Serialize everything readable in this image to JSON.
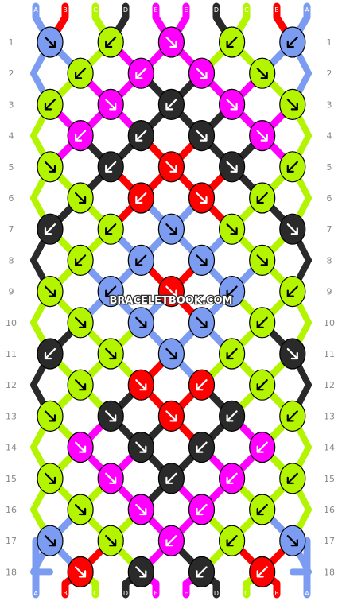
{
  "watermark": "BRACELETBOOK.COM",
  "colors": {
    "A": "#7b9cf0",
    "B": "#ff0000",
    "C": "#b3f500",
    "D": "#2a2a2a",
    "E": "#ff00ff"
  },
  "strands_top": [
    "A",
    "B",
    "C",
    "D",
    "E",
    "E",
    "D",
    "C",
    "B",
    "A"
  ],
  "strands_bottom": [
    "A",
    "B",
    "C",
    "D",
    "E",
    "E",
    "D",
    "C",
    "B",
    "A"
  ],
  "rows": [
    "1",
    "2",
    "3",
    "4",
    "5",
    "6",
    "7",
    "8",
    "9",
    "10",
    "11",
    "12",
    "13",
    "14",
    "15",
    "16",
    "17",
    "18"
  ],
  "knots": [
    [
      [
        "A",
        "se"
      ],
      [
        "C",
        "sw"
      ],
      [
        "E",
        "se"
      ],
      [
        "C",
        "sw"
      ],
      [
        "A",
        "sw"
      ]
    ],
    [
      [
        "C",
        "sw"
      ],
      [
        "E",
        "sw"
      ],
      [
        "E",
        "se"
      ],
      [
        "C",
        "se"
      ]
    ],
    [
      [
        "C",
        "sw"
      ],
      [
        "E",
        "se"
      ],
      [
        "D",
        "sw"
      ],
      [
        "E",
        "se"
      ],
      [
        "C",
        "se"
      ]
    ],
    [
      [
        "E",
        "sw"
      ],
      [
        "D",
        "sw"
      ],
      [
        "D",
        "se"
      ],
      [
        "E",
        "se"
      ]
    ],
    [
      [
        "C",
        "se"
      ],
      [
        "D",
        "sw"
      ],
      [
        "B",
        "se"
      ],
      [
        "D",
        "se"
      ],
      [
        "C",
        "sw"
      ]
    ],
    [
      [
        "C",
        "se"
      ],
      [
        "B",
        "sw"
      ],
      [
        "B",
        "se"
      ],
      [
        "C",
        "sw"
      ]
    ],
    [
      [
        "D",
        "sw"
      ],
      [
        "C",
        "sw"
      ],
      [
        "A",
        "se"
      ],
      [
        "C",
        "se"
      ],
      [
        "D",
        "se"
      ]
    ],
    [
      [
        "C",
        "sw"
      ],
      [
        "A",
        "sw"
      ],
      [
        "A",
        "se"
      ],
      [
        "C",
        "se"
      ]
    ],
    [
      [
        "C",
        "se"
      ],
      [
        "A",
        "sw"
      ],
      [
        "B",
        "se"
      ],
      [
        "A",
        "sw"
      ],
      [
        "C",
        "sw"
      ]
    ],
    [
      [
        "C",
        "se"
      ],
      [
        "A",
        "se"
      ],
      [
        "A",
        "se"
      ],
      [
        "C",
        "sw"
      ]
    ],
    [
      [
        "D",
        "sw"
      ],
      [
        "C",
        "se"
      ],
      [
        "A",
        "se"
      ],
      [
        "C",
        "sw"
      ],
      [
        "D",
        "se"
      ]
    ],
    [
      [
        "C",
        "se"
      ],
      [
        "B",
        "se"
      ],
      [
        "B",
        "sw"
      ],
      [
        "C",
        "sw"
      ]
    ],
    [
      [
        "C",
        "se"
      ],
      [
        "D",
        "se"
      ],
      [
        "B",
        "se"
      ],
      [
        "D",
        "sw"
      ],
      [
        "C",
        "sw"
      ]
    ],
    [
      [
        "E",
        "se"
      ],
      [
        "D",
        "se"
      ],
      [
        "D",
        "sw"
      ],
      [
        "E",
        "sw"
      ]
    ],
    [
      [
        "C",
        "se"
      ],
      [
        "E",
        "se"
      ],
      [
        "D",
        "sw"
      ],
      [
        "E",
        "sw"
      ],
      [
        "C",
        "sw"
      ]
    ],
    [
      [
        "C",
        "se"
      ],
      [
        "E",
        "se"
      ],
      [
        "E",
        "sw"
      ],
      [
        "C",
        "sw"
      ]
    ],
    [
      [
        "A",
        "se"
      ],
      [
        "C",
        "se"
      ],
      [
        "E",
        "sw"
      ],
      [
        "C",
        "sw"
      ],
      [
        "A",
        "se"
      ]
    ],
    [
      [
        "B",
        "se"
      ],
      [
        "D",
        "se"
      ],
      [
        "D",
        "sw"
      ],
      [
        "B",
        "sw"
      ]
    ]
  ]
}
